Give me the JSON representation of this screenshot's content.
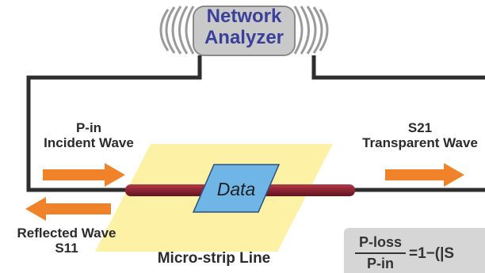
{
  "network_analyzer": {
    "line1": "Network",
    "line2": "Analyzer"
  },
  "incident": {
    "line1": "P-in",
    "line2": "Incident Wave"
  },
  "transmitted": {
    "line1": "S21",
    "line2": "Transparent Wave"
  },
  "reflected": {
    "line1": "Reflected Wave",
    "line2": "S11"
  },
  "sample_label": "Data",
  "line_label": "Micro-strip Line",
  "formula": {
    "numerator": "P-loss",
    "denominator": "P-in",
    "rest": "=1−(|S"
  },
  "colors": {
    "analyzer_text": "#3a3f9a",
    "analyzer_rings": "#9a9a9a",
    "cable": "#2e2e2e",
    "substrate": "#fdf1a6",
    "strip": "#8c2332",
    "data_block": "#6fb6e6",
    "arrow": "#f0832a",
    "formula_box": "#d6d6d6"
  },
  "icons": [
    "incident-arrow-icon",
    "transmitted-arrow-icon",
    "reflected-arrow-icon"
  ]
}
